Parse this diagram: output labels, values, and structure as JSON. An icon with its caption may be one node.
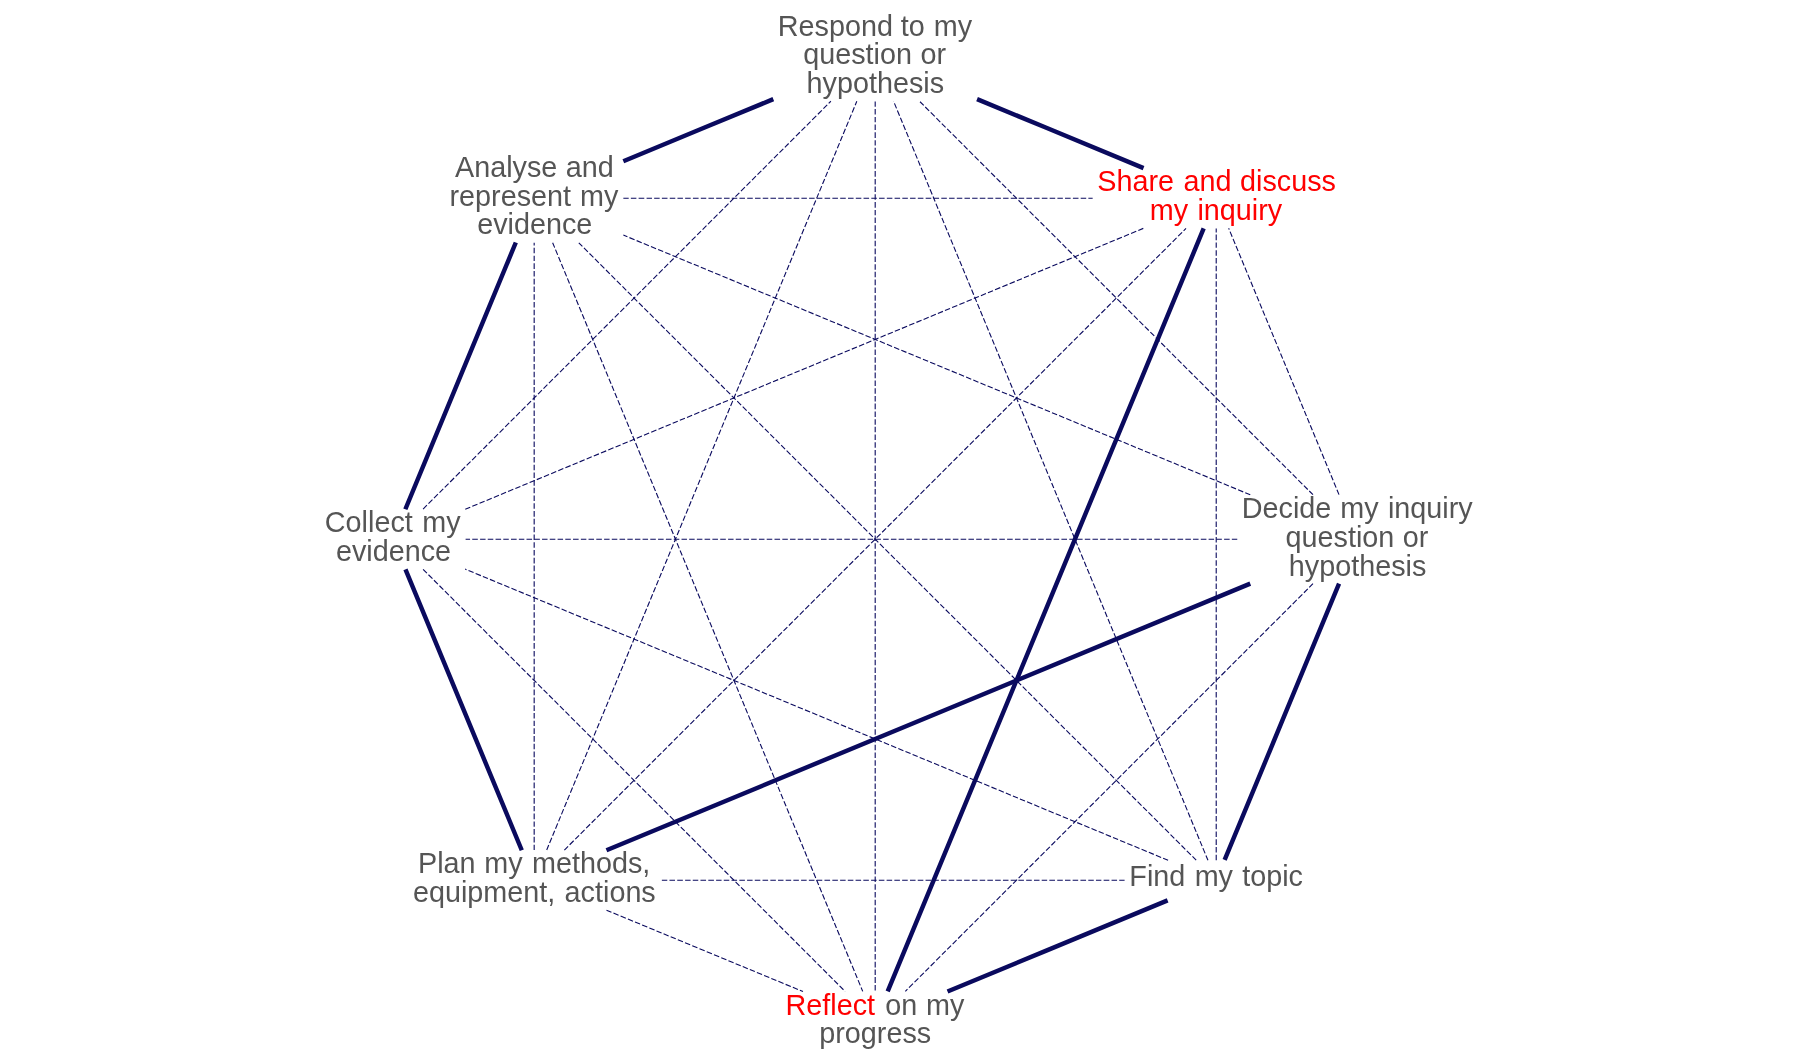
{
  "diagram": {
    "nodes": [
      {
        "text": [
          "Find my topic"
        ]
      },
      {
        "text": [
          "Decide my inquiry question or hypothesis"
        ]
      },
      {
        "text": [
          "Plan my methods, equipment, actions"
        ]
      },
      {
        "text": [
          "Collect my evidence"
        ]
      },
      {
        "text": [
          "Analyse and represent my evidence"
        ]
      },
      {
        "text": [
          "Respond to my question or hypothesis"
        ]
      },
      {
        "text": [
          "Share and discuss my inquiry"
        ]
      },
      {
        "text": [
          "Reflect on my progress"
        ]
      }
    ],
    "edges": [
      {
        "from": 0,
        "to": 1,
        "arrow": "none",
        "style": "thick"
      },
      {
        "from": 1,
        "to": 2,
        "arrow": "none",
        "style": "thick"
      },
      {
        "from": 2,
        "to": 3,
        "arrow": "none",
        "style": "thick"
      },
      {
        "from": 3,
        "to": 4,
        "arrow": "none",
        "style": "thick"
      },
      {
        "from": 4,
        "to": 5,
        "arrow": "none",
        "style": "thick"
      },
      {
        "from": 5,
        "to": 6,
        "arrow": "none",
        "style": "thick"
      },
      {
        "from": 6,
        "to": 7,
        "arrow": "none",
        "style": "thick"
      },
      {
        "from": 7,
        "to": 0,
        "arrow": "none",
        "style": "thick"
      },
      {
        "from": 0,
        "to": 2,
        "arrow": "none",
        "style": "dashed"
      },
      {
        "from": 0,
        "to": 3,
        "arrow": "none",
        "style": "dashed"
      },
      {
        "from": 0,
        "to": 4,
        "arrow": "none",
        "style": "dashed"
      },
      {
        "from": 0,
        "to": 5,
        "arrow": "none",
        "style": "dashed"
      },
      {
        "from": 0,
        "to": 6,
        "arrow": "none",
        "style": "dashed"
      },
      {
        "from": 1,
        "to": 3,
        "arrow": "none",
        "style": "dashed"
      },
      {
        "from": 1,
        "to": 4,
        "arrow": "none",
        "style": "dashed"
      },
      {
        "from": 1,
        "to": 5,
        "arrow": "none",
        "style": "dashed"
      },
      {
        "from": 1,
        "to": 6,
        "arrow": "none",
        "style": "dashed"
      },
      {
        "from": 1,
        "to": 7,
        "arrow": "none",
        "style": "dashed"
      },
      {
        "from": 2,
        "to": 4,
        "arrow": "none",
        "style": "dashed"
      },
      {
        "from": 2,
        "to": 5,
        "arrow": "none",
        "style": "dashed"
      },
      {
        "from": 2,
        "to": 6,
        "arrow": "none",
        "style": "dashed"
      },
      {
        "from": 2,
        "to": 7,
        "arrow": "none",
        "style": "dashed"
      },
      {
        "from": 3,
        "to": 5,
        "arrow": "none",
        "style": "dashed"
      },
      {
        "from": 3,
        "to": 6,
        "arrow": "none",
        "style": "dashed"
      },
      {
        "from": 3,
        "to": 7,
        "arrow": "none",
        "style": "dashed"
      },
      {
        "from": 4,
        "to": 6,
        "arrow": "none",
        "style": "dashed"
      },
      {
        "from": 4,
        "to": 7,
        "arrow": "none",
        "style": "dashed"
      },
      {
        "from": 5,
        "to": 7,
        "arrow": "none",
        "style": "dashed"
      }
    ]
  }
}
